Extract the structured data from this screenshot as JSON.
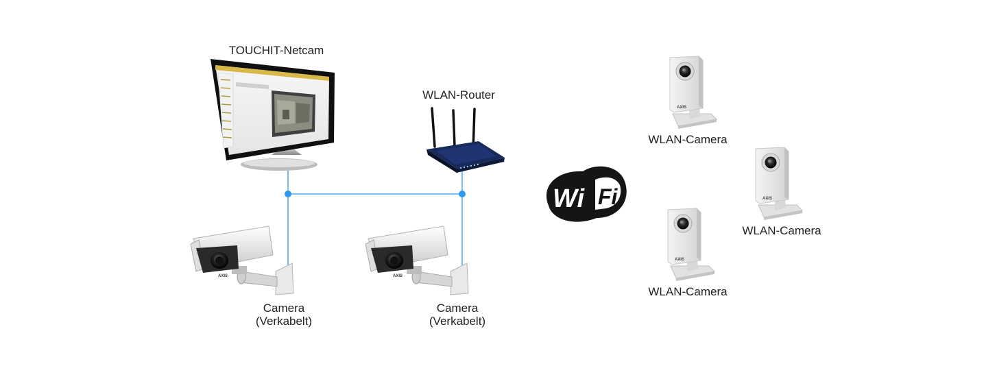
{
  "diagram": {
    "netcam_label": "TOUCHIT-Netcam",
    "router_label": "WLAN-Router",
    "wired_cameras": [
      {
        "line1": "Camera",
        "line2": "(Verkabelt)"
      },
      {
        "line1": "Camera",
        "line2": "(Verkabelt)"
      }
    ],
    "wlan_cameras": [
      {
        "label": "WLAN-Camera"
      },
      {
        "label": "WLAN-Camera"
      },
      {
        "label": "WLAN-Camera"
      }
    ],
    "wifi_logo_text": {
      "wi": "Wi",
      "fi": "Fi"
    },
    "camera_brand": "AXIS"
  },
  "colors": {
    "network_line": "#2b9af3",
    "monitor_bezel": "#111111",
    "router_body": "#0f1b3d",
    "wifi_logo": "#151515"
  },
  "icons": [
    "monitor-icon",
    "router-icon",
    "bullet-camera-icon",
    "cube-camera-icon",
    "wifi-logo"
  ]
}
